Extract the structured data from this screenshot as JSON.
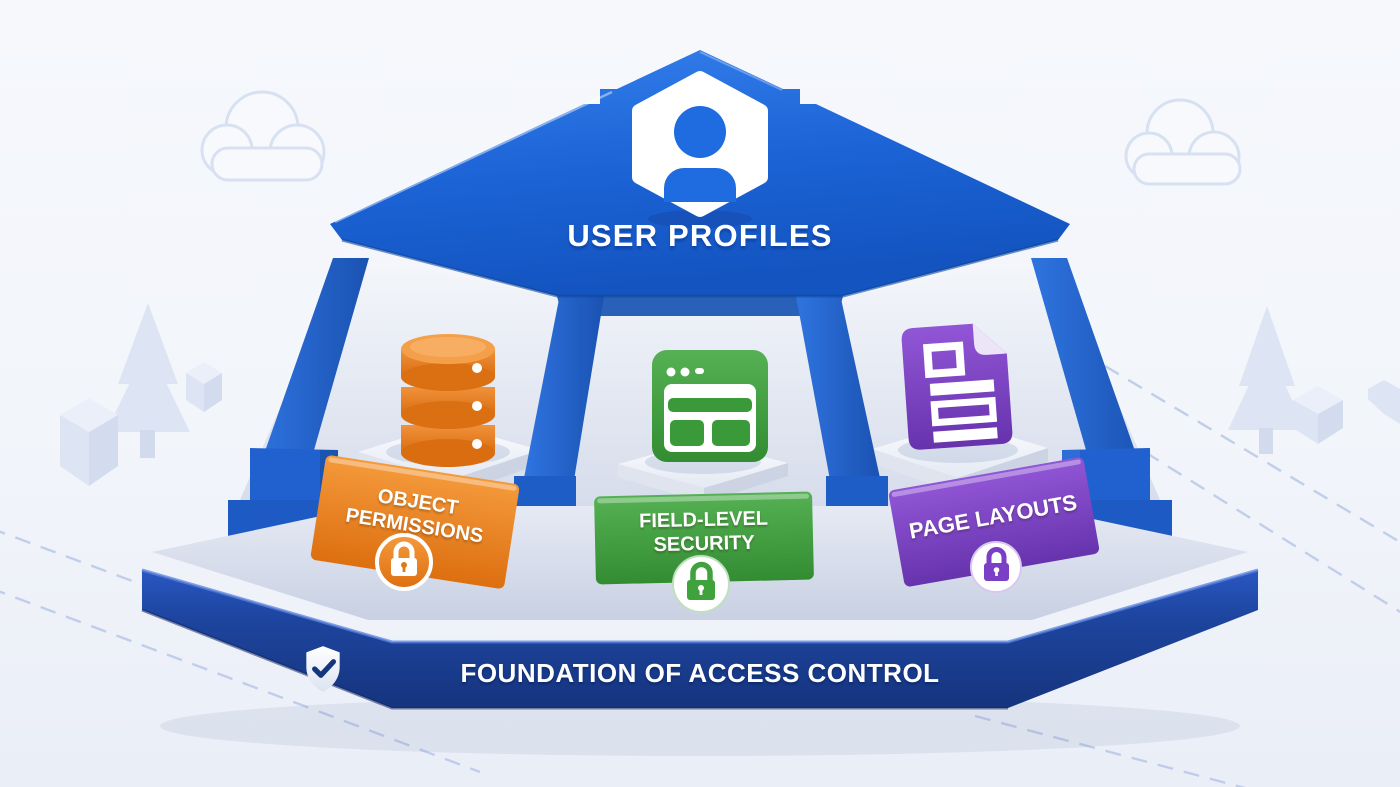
{
  "roof": {
    "title": "USER PROFILES",
    "icon": "user-icon",
    "color": "#1B63D6"
  },
  "pillars": [
    {
      "name": "object-permissions",
      "lines": [
        "OBJECT",
        "PERMISSIONS"
      ],
      "icon": "database-icon",
      "badge_icon": "lock-icon",
      "color": "#E8791E"
    },
    {
      "name": "field-level-security",
      "lines": [
        "FIELD-LEVEL",
        "SECURITY"
      ],
      "icon": "form-window-icon",
      "badge_icon": "lock-icon",
      "color": "#3FA23D"
    },
    {
      "name": "page-layouts",
      "lines": [
        "PAGE LAYOUTS"
      ],
      "icon": "document-icon",
      "badge_icon": "lock-icon",
      "color": "#7A3FC5"
    }
  ],
  "foundation": {
    "label": "FOUNDATION OF ACCESS CONTROL",
    "icon": "shield-check-icon",
    "color": "#1D429F"
  },
  "decorations": [
    "cloud-left",
    "cloud-right",
    "tree-left",
    "tree-right",
    "iso-cubes",
    "dashed-ground-lines"
  ]
}
